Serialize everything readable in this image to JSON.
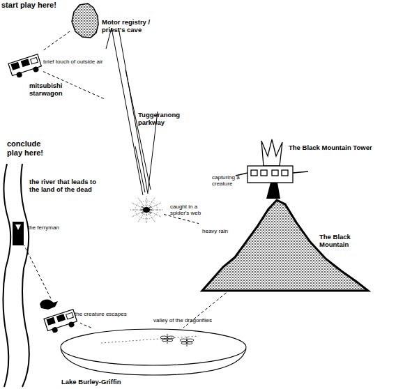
{
  "diagram": {
    "nodes": [
      {
        "text": [
          "Motor registry / priest's cave"
        ]
      },
      {
        "text": [
          "mitsubishi starwagon"
        ]
      },
      {
        "text": [
          "Tuggeranong parkway"
        ]
      },
      {
        "text": [
          "caught in a spider's web"
        ]
      },
      {
        "text": [
          "The Black Mountain"
        ]
      },
      {
        "text": [
          "The Black Mountain Tower",
          "capturing a creature"
        ]
      },
      {
        "text": [
          "Lake Burley-Griffin",
          "valley of the dragonflies"
        ]
      },
      {
        "text": [
          "the creature escapes"
        ]
      },
      {
        "text": [
          "the river that leads to the land of the dead"
        ]
      },
      {
        "text": [
          "the ferryman"
        ],
        "in": 8
      }
    ],
    "edges": [
      {
        "from": 0,
        "to": 1,
        "arrow": "none"
      },
      {
        "from": 1,
        "to": 2,
        "arrow": "none"
      },
      {
        "from": 2,
        "to": 3,
        "arrow": "none"
      },
      {
        "from": 3,
        "to": 4,
        "label": "heavy rain",
        "arrow": "none"
      },
      {
        "from": 4,
        "to": 6,
        "arrow": "none"
      },
      {
        "from": 6,
        "to": 7,
        "arrow": "none"
      },
      {
        "from": 7,
        "to": 9,
        "arrow": "none"
      }
    ],
    "labels": [
      "start play here!",
      "brief touch of outside air",
      "conclude play here!"
    ]
  }
}
